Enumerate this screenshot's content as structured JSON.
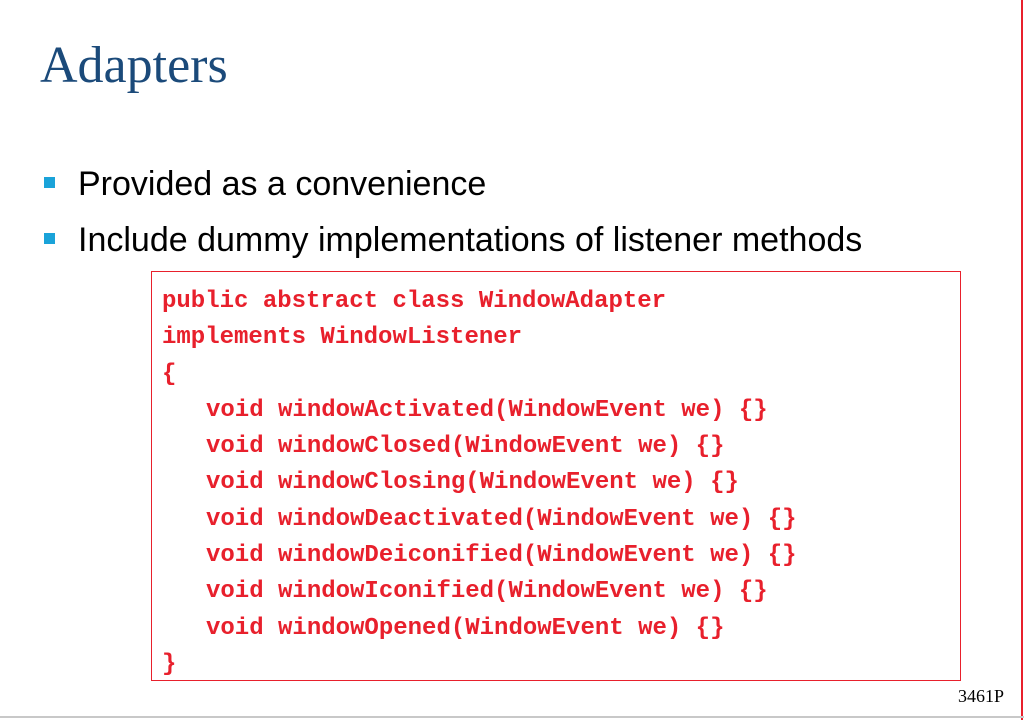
{
  "slide": {
    "title": "Adapters",
    "bullets": [
      "Provided as a convenience",
      "Include dummy implementations of listener methods"
    ],
    "code": {
      "lines": [
        "public abstract class WindowAdapter",
        "implements WindowListener",
        "{",
        "void windowActivated(WindowEvent we) {}",
        "void windowClosed(WindowEvent we) {}",
        "void windowClosing(WindowEvent we) {}",
        "void windowDeactivated(WindowEvent we) {}",
        "void windowDeiconified(WindowEvent we) {}",
        "void windowIconified(WindowEvent we) {}",
        "void windowOpened(WindowEvent we) {}",
        "}"
      ]
    },
    "footer": "3461P"
  },
  "colors": {
    "title": "#1b4a7a",
    "bullet_marker": "#1aa3d9",
    "code_text": "#e8202c",
    "code_border": "#e8202c",
    "right_border": "#e8202c"
  }
}
